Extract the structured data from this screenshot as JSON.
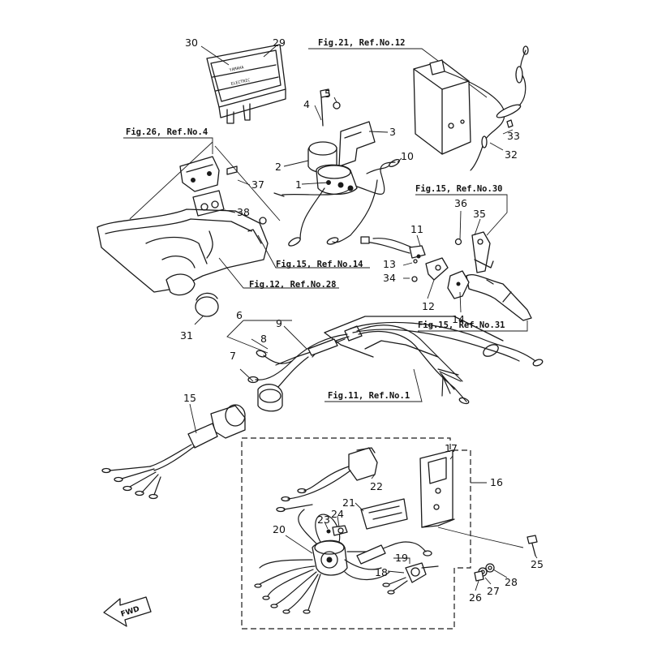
{
  "part_numbers": [
    "1",
    "2",
    "3",
    "4",
    "5",
    "6",
    "7",
    "8",
    "9",
    "10",
    "11",
    "12",
    "13",
    "14",
    "15",
    "16",
    "17",
    "18",
    "19",
    "20",
    "21",
    "22",
    "23",
    "24",
    "25",
    "26",
    "27",
    "28",
    "29",
    "30",
    "31",
    "32",
    "33",
    "34",
    "35",
    "36",
    "37",
    "38"
  ],
  "references": {
    "fig21_ref12": "Fig.21, Ref.No.12",
    "fig26_ref4": "Fig.26, Ref.No.4",
    "fig15_ref30": "Fig.15, Ref.No.30",
    "fig15_ref14": "Fig.15, Ref.No.14",
    "fig12_ref28": "Fig.12, Ref.No.28",
    "fig15_ref31": "Fig.15, Ref.No.31",
    "fig11_ref1": "Fig.11, Ref.No.1"
  },
  "label_box_text": {
    "brand": "YAMAHA",
    "model": "ELECTRIC"
  },
  "fwd_label": "FWD"
}
